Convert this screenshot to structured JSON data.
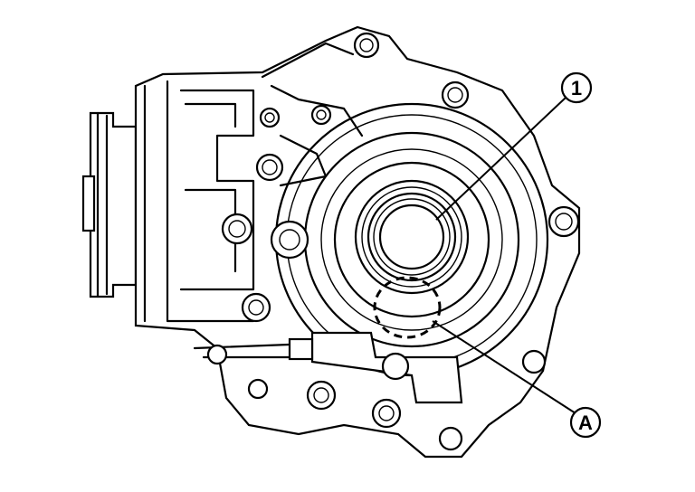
{
  "diagram": {
    "callouts": [
      {
        "id": "callout-1",
        "label": "1"
      },
      {
        "id": "callout-a",
        "label": "A"
      }
    ]
  }
}
